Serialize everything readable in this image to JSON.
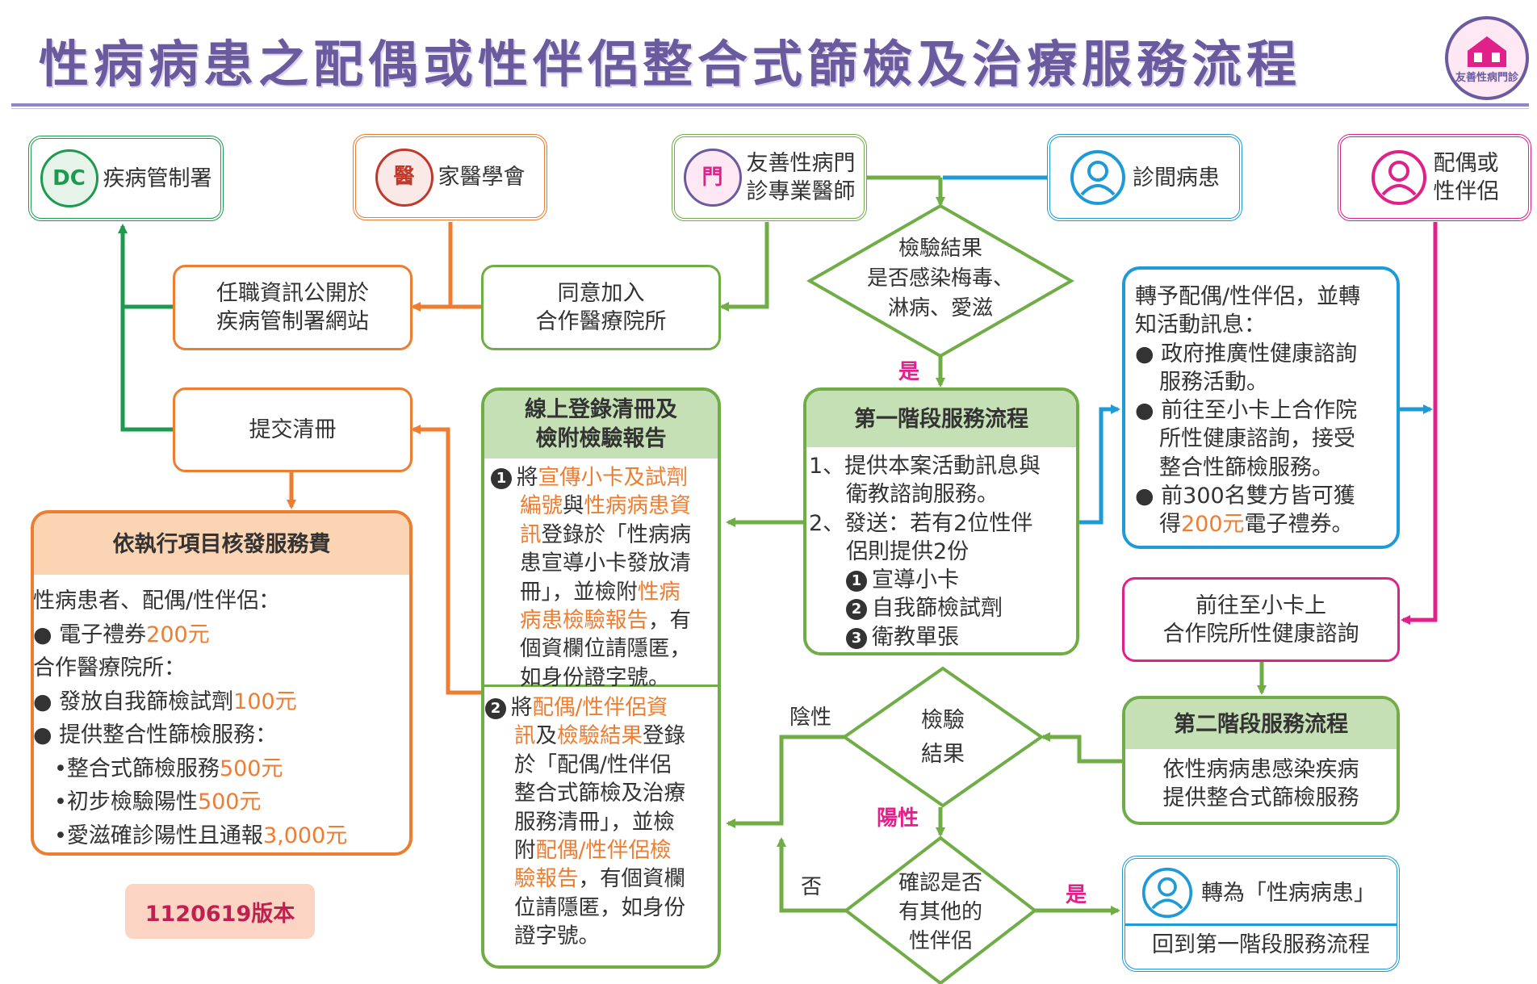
{
  "title": "性病病患之配偶或性伴侶整合式篩檢及治療服務流程",
  "top_logo_text": "友善性病門診",
  "cdc": {
    "label": "疾病管制署",
    "logo_text": "DC"
  },
  "family_med": {
    "label": "家醫學會",
    "logo_text": "醫"
  },
  "friendly_clinic": {
    "label_line1": "友善性病門",
    "label_line2": "診專業醫師",
    "logo_text": "門"
  },
  "patient": {
    "label": "診間病患"
  },
  "partner": {
    "label_line1": "配偶或",
    "label_line2": "性伴侶"
  },
  "publish_info": {
    "line1": "任職資訊公開於",
    "line2": "疾病管制署網站"
  },
  "agree_join": {
    "line1": "同意加入",
    "line2": "合作醫療院所"
  },
  "submit_list": {
    "label": "提交清冊"
  },
  "test_result_1": {
    "line1": "檢驗結果",
    "line2": "是否感染梅毒、",
    "line3": "淋病、愛滋"
  },
  "yes_label_1": "是",
  "stage1": {
    "header": "第一階段服務流程",
    "item1_a": "1、提供本案活動訊息與",
    "item1_b": "衛教諮詢服務。",
    "item2_a": "2、發送：若有2位性伴",
    "item2_b": "侶則提供2份",
    "n1": "1",
    "sub1": "宣導小卡",
    "n2": "2",
    "sub2": "自我篩檢試劑",
    "n3": "3",
    "sub3": "衛教單張"
  },
  "referral": {
    "line1": "轉予配偶/性伴侶，並轉",
    "line2": "知活動訊息：",
    "b1_a": "政府推廣性健康諮詢",
    "b1_b": "服務活動。",
    "b2_a": "前往至小卡上合作院",
    "b2_b": "所性健康諮詢，接受",
    "b2_c": "整合性篩檢服務。",
    "b3_a": "前300名雙方皆可獲",
    "b3_b_pre": "得",
    "b3_b_hl": "200元",
    "b3_b_post": "電子禮券。"
  },
  "goto_clinic": {
    "line1": "前往至小卡上",
    "line2": "合作院所性健康諮詢"
  },
  "stage2": {
    "header": "第二階段服務流程",
    "line1": "依性病病患感染疾病",
    "line2": "提供整合式篩檢服務"
  },
  "test_result_2": {
    "line1": "檢驗",
    "line2": "結果"
  },
  "negative_label": "陰性",
  "positive_label": "陽性",
  "other_partner": {
    "line1": "確認是否",
    "line2": "有其他的",
    "line3": "性伴侶"
  },
  "no_label": "否",
  "yes_label_2": "是",
  "become_patient": {
    "line1": "轉為「性病病患」",
    "line2": "回到第一階段服務流程"
  },
  "online_reg": {
    "header_line1": "線上登錄清冊及",
    "header_line2": "檢附檢驗報告",
    "p1_num": "1",
    "p1_l1_pre": "將",
    "p1_l1_hl": "宣傳小卡及試劑",
    "p1_l2_hl1": "編號",
    "p1_l2_mid": "與",
    "p1_l2_hl2": "性病病患資",
    "p1_l3_hl": "訊",
    "p1_l3_post": "登錄於「性病病",
    "p1_l4": "患宣導小卡發放清",
    "p1_l5_pre": "冊」，並檢附",
    "p1_l5_hl": "性病",
    "p1_l6_hl": "病患檢驗報告",
    "p1_l6_post": "，有",
    "p1_l7": "個資欄位請隱匿，",
    "p1_l8": "如身份證字號。",
    "p2_num": "2",
    "p2_l1_pre": "將",
    "p2_l1_hl": "配偶/性伴侶資",
    "p2_l2_hl1": "訊",
    "p2_l2_mid": "及",
    "p2_l2_hl2": "檢驗結果",
    "p2_l2_post": "登錄",
    "p2_l3": "於「配偶/性伴侶",
    "p2_l4": "整合式篩檢及治療",
    "p2_l5": "服務清冊」，並檢",
    "p2_l6_pre": "附",
    "p2_l6_hl": "配偶/性伴侶檢",
    "p2_l7_hl": "驗報告",
    "p2_l7_post": "，有個資欄",
    "p2_l8": "位請隱匿，如身份",
    "p2_l9": "證字號。"
  },
  "fee": {
    "header": "依執行項目核發服務費",
    "l1": "性病患者、配偶/性伴侶：",
    "l2_pre": "● 電子禮券",
    "l2_hl": "200元",
    "l3": "合作醫療院所：",
    "l4_pre": "● 發放自我篩檢試劑",
    "l4_hl": "100元",
    "l5": "● 提供整合性篩檢服務：",
    "l6_pre": "•整合式篩檢服務",
    "l6_hl": "500元",
    "l7_pre": "•初步檢驗陽性",
    "l7_hl": "500元",
    "l8_pre": "•愛滋確診陽性且通報",
    "l8_hl": "3,000元"
  },
  "version": "1120619版本",
  "colors": {
    "green": "#70ad47",
    "dark_green": "#1e9a4e",
    "orange": "#ed7d31",
    "blue": "#1e9ad6",
    "pink": "#e0218a",
    "title": "#6a5a9e"
  }
}
